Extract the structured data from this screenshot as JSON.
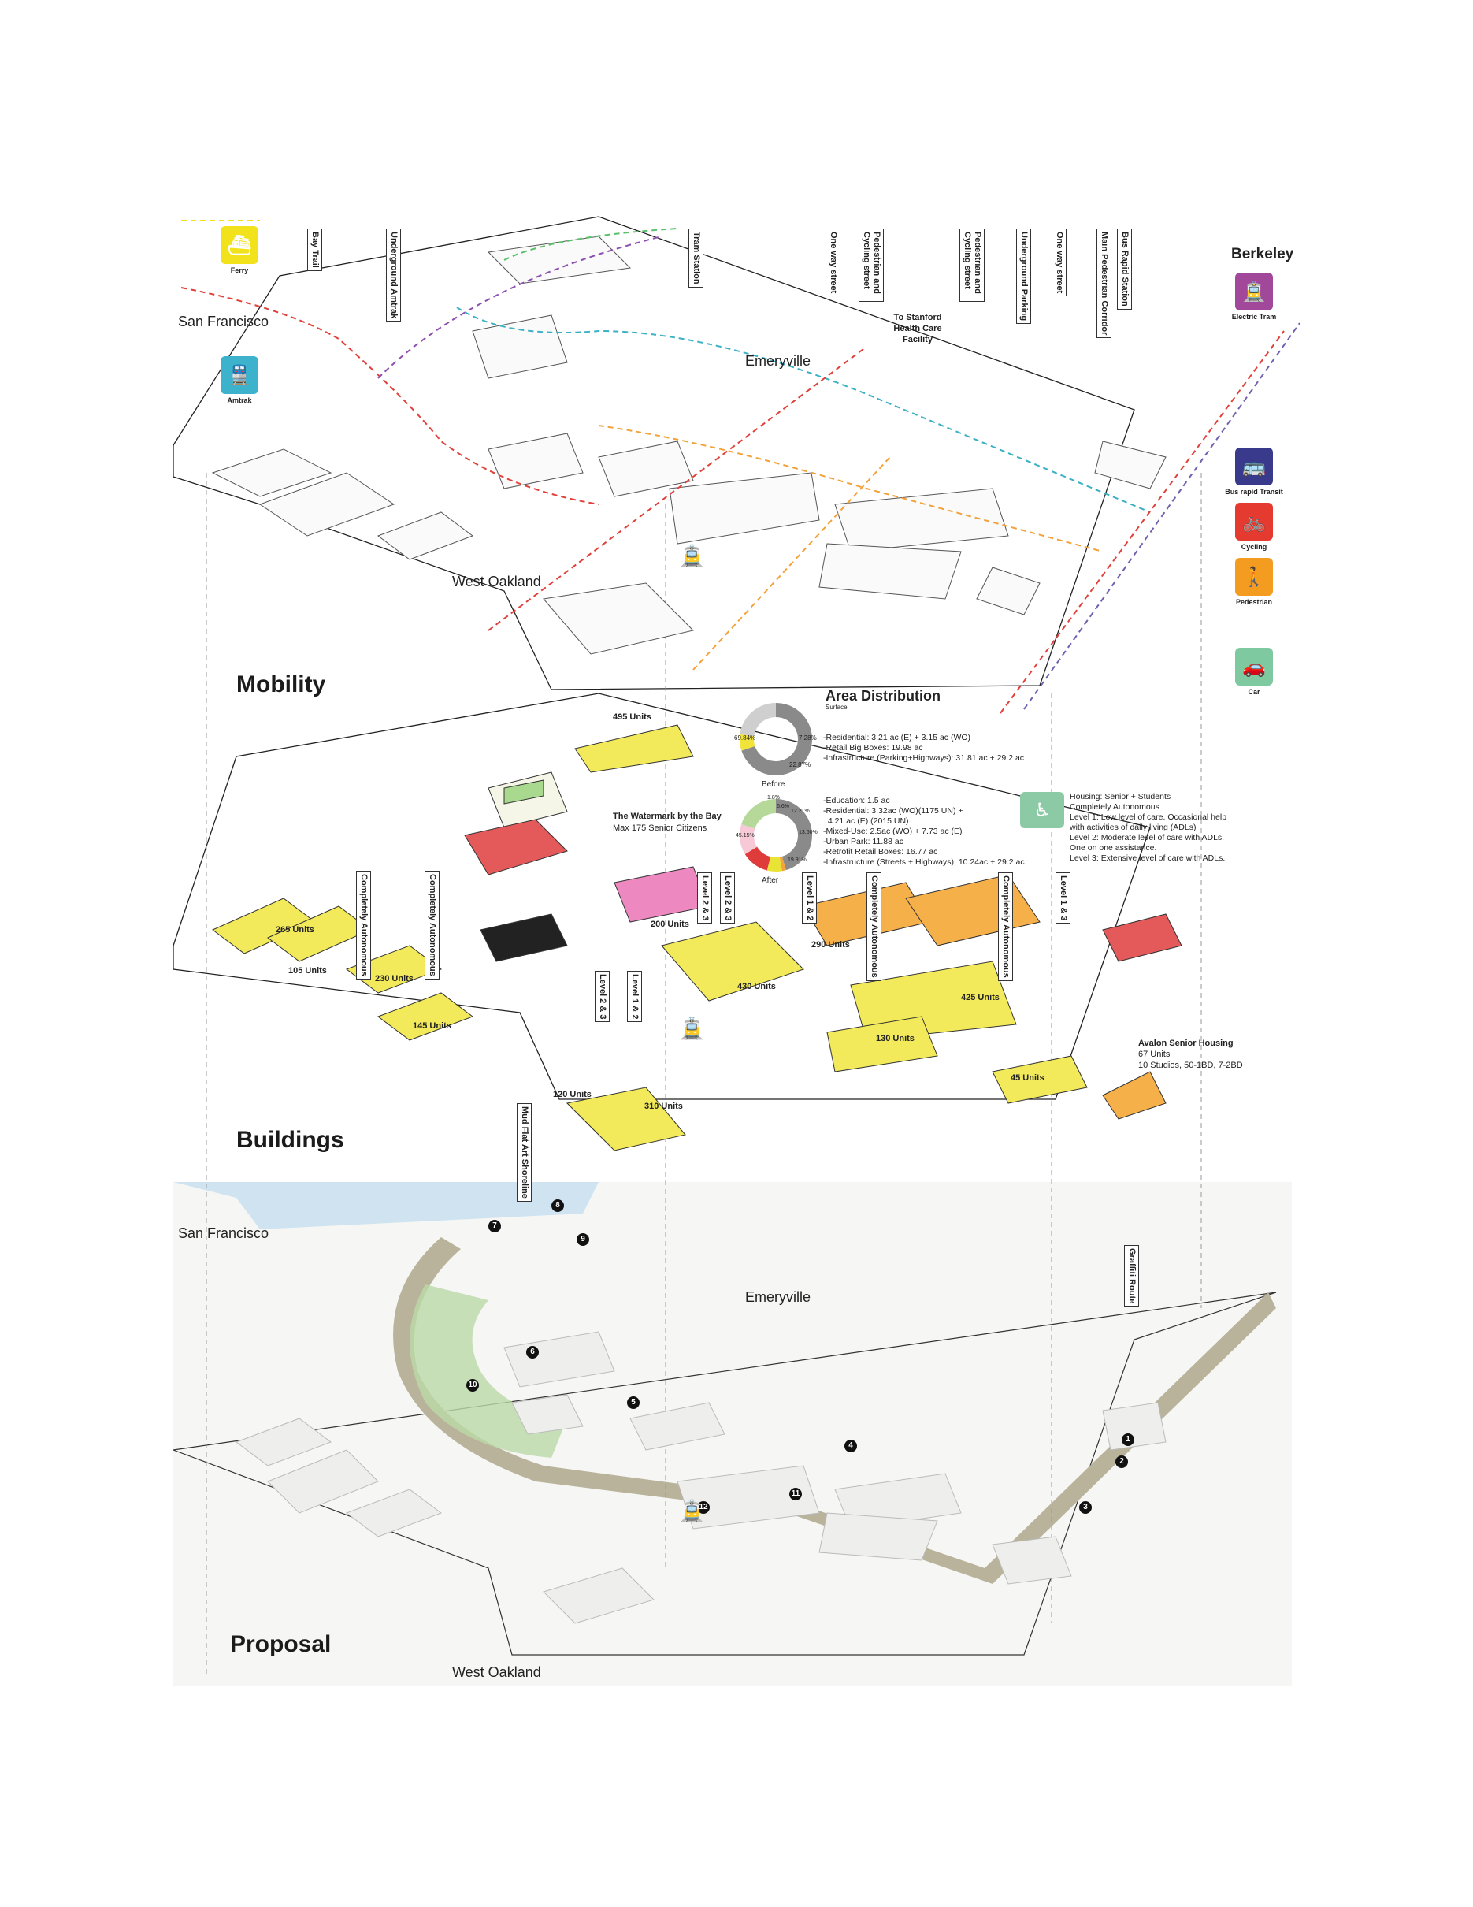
{
  "sections": {
    "mobility": "Mobility",
    "buildings": "Buildings",
    "proposal": "Proposal"
  },
  "places": {
    "san_francisco_1": "San Francisco",
    "emeryville_1": "Emeryville",
    "west_oakland_1": "West Oakland",
    "berkeley": "Berkeley",
    "san_francisco_2": "San Francisco",
    "emeryville_2": "Emeryville",
    "west_oakland_2": "West Oakland"
  },
  "mobility_labels": {
    "bay_trail": "Bay Trail",
    "underground_amtrak": "Underground Amtrak",
    "tram_station": "Tram Station",
    "one_way_street_1": "One way street",
    "ped_cycle_1": "Pedestrian and Cycling street",
    "ped_cycle_2": "Pedestrian and Cycling street",
    "underground_parking": "Underground Parking",
    "one_way_street_2": "One way street",
    "main_ped_corridor": "Main Pedestrian Corridor",
    "bus_rapid_station": "Bus Rapid Station",
    "to_stanford": "To Stanford Health Care Facility"
  },
  "transport_icons": [
    {
      "name": "Ferry",
      "color": "#f1e21b",
      "glyph": "⛴"
    },
    {
      "name": "Amtrak",
      "color": "#3cb2cc",
      "glyph": "🚆"
    },
    {
      "name": "Electric Tram",
      "color": "#a2489a",
      "glyph": "🚊"
    },
    {
      "name": "Bus rapid Transit",
      "color": "#3a3a8c",
      "glyph": "🚌"
    },
    {
      "name": "Cycling",
      "color": "#e43a2f",
      "glyph": "🚲"
    },
    {
      "name": "Pedestrian",
      "color": "#f39c1f",
      "glyph": "🚶"
    },
    {
      "name": "Car",
      "color": "#7fc9a0",
      "glyph": "🚗"
    }
  ],
  "area_distribution": {
    "title": "Area Distribution",
    "subtitle": "Surface",
    "before_caption": "Before",
    "after_caption": "After",
    "before_items": [
      "-Residential: 3.21 ac (E) + 3.15 ac (WO)",
      "-Retail Big Boxes: 19.98 ac",
      "-Infrastructure (Parking+Highways): 31.81 ac + 29.2 ac"
    ],
    "after_items": [
      "-Education: 1.5 ac",
      "-Residential: 3.32ac (WO)(1175 UN) +",
      "  4.21 ac (E) (2015 UN)",
      "-Mixed-Use: 2.5ac (WO) + 7.73 ac (E)",
      "-Urban Park: 11.88 ac",
      "-Retrofit Retail Boxes: 16.77 ac",
      "-Infrastructure (Streets + Highways): 10.24ac + 29.2 ac"
    ],
    "before_pct": {
      "a": "69.84%",
      "b": "7.28%",
      "c": "22.87%"
    },
    "after_pct": {
      "a": "45.15%",
      "b": "1.8%",
      "c": "6.6%",
      "d": "12.21%",
      "e": "13.60%",
      "f": "19.91%"
    }
  },
  "chart_data": [
    {
      "type": "pie",
      "title": "Before",
      "values": [
        69.84,
        7.28,
        22.87
      ],
      "colors": [
        "#8a8a8a",
        "#f0e33a",
        "#cfcfcf"
      ]
    },
    {
      "type": "pie",
      "title": "After",
      "values": [
        45.15,
        1.8,
        6.6,
        12.21,
        13.6,
        19.91
      ],
      "colors": [
        "#8a8a8a",
        "#f4a43a",
        "#e8e335",
        "#e03b3b",
        "#f7c9d6",
        "#b6d99a"
      ]
    }
  ],
  "watermark": {
    "title": "The Watermark by the Bay",
    "subtitle": "Max 175 Senior Citizens"
  },
  "housing_legend": [
    "Housing: Senior + Students",
    "Completely Autonomous",
    "Level 1: Low level of care. Occasional help",
    "with activities of daily living (ADLs)",
    "Level 2: Moderate level of care with ADLs.",
    "One on one assistance.",
    "Level 3: Extensive level of care with ADLs."
  ],
  "avalon": {
    "title": "Avalon Senior Housing",
    "line1": "67 Units",
    "line2": "10 Studios, 50-1BD, 7-2BD"
  },
  "buildings_labels": {
    "completely_autonomous_1": "Completely Autonomous",
    "completely_autonomous_2": "Completely Autonomous",
    "level_2_3_a": "Level 2 & 3",
    "level_2_3_b": "Level 2 & 3",
    "level_1_2_a": "Level 1 & 2",
    "level_2_3_c": "Level 2 & 3",
    "level_1_2_b": "Level 1 & 2",
    "completely_autonomous_3": "Completely Autonomous",
    "completely_autonomous_4": "Completely Autonomous",
    "level_1_3": "Level 1 & 3",
    "mud_flat": "Mud Flat Art Shoreline",
    "graffiti": "Graffiti Route"
  },
  "units": [
    "495 Units",
    "265 Units",
    "105 Units",
    "230 Units",
    "145 Units",
    "200 Units",
    "430 Units",
    "290 Units",
    "425 Units",
    "130 Units",
    "120 Units",
    "310 Units",
    "45 Units"
  ],
  "markers": [
    "1",
    "2",
    "3",
    "4",
    "5",
    "6",
    "7",
    "8",
    "9",
    "10",
    "11",
    "12"
  ]
}
